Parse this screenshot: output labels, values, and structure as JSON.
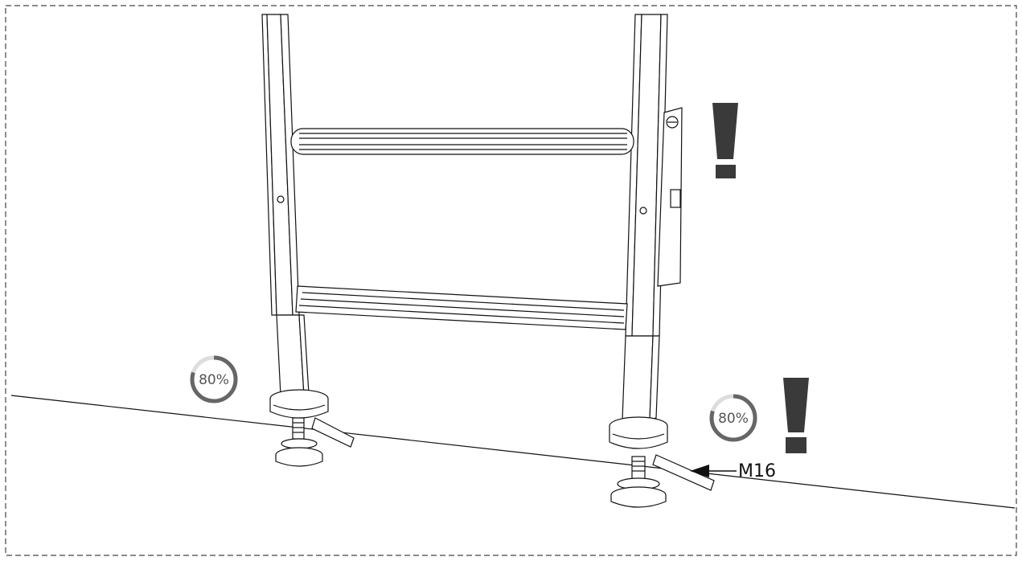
{
  "annotations": {
    "torque_left": {
      "label": "80%",
      "percent": 80
    },
    "torque_right": {
      "label": "80%",
      "percent": 80
    },
    "thread_size": "M16"
  },
  "colors": {
    "warning": "#3a3a3a",
    "gauge_fill": "#666666",
    "gauge_track": "#dddddd",
    "line": "#111111",
    "border": "#444444"
  },
  "icons": {
    "warning": "exclamation-mark-icon",
    "gauge": "progress-ring-icon",
    "pointer": "arrow-left-icon"
  }
}
